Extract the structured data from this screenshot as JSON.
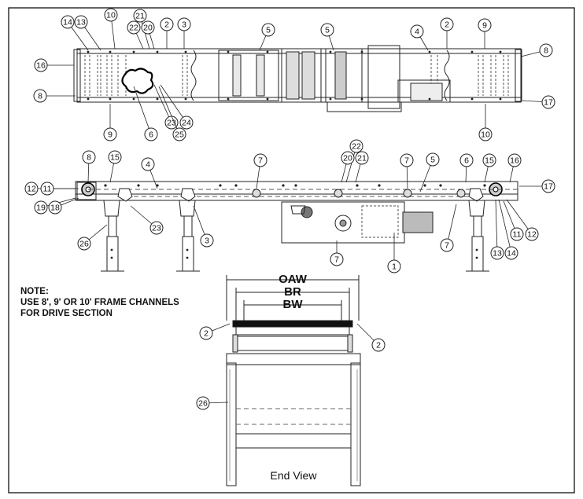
{
  "note": {
    "title": "NOTE:",
    "line1": "USE 8', 9' OR 10' FRAME CHANNELS",
    "line2": "FOR DRIVE SECTION"
  },
  "dimensions": {
    "oaw": "OAW",
    "br": "BR",
    "bw": "BW"
  },
  "end_view_caption": "End View",
  "callouts": {
    "top": [
      "14",
      "13",
      "10",
      "21",
      "22",
      "20",
      "2",
      "3",
      "5",
      "5",
      "4",
      "2",
      "9",
      "16",
      "8",
      "8",
      "9",
      "6",
      "23",
      "24",
      "25",
      "17",
      "10"
    ],
    "side": [
      "22",
      "20",
      "21",
      "8",
      "15",
      "4",
      "7",
      "7",
      "5",
      "6",
      "15",
      "16",
      "12",
      "11",
      "17",
      "19",
      "18",
      "26",
      "23",
      "3",
      "7",
      "7",
      "1",
      "11",
      "12",
      "13",
      "14"
    ],
    "end": [
      "2",
      "2",
      "26"
    ]
  }
}
